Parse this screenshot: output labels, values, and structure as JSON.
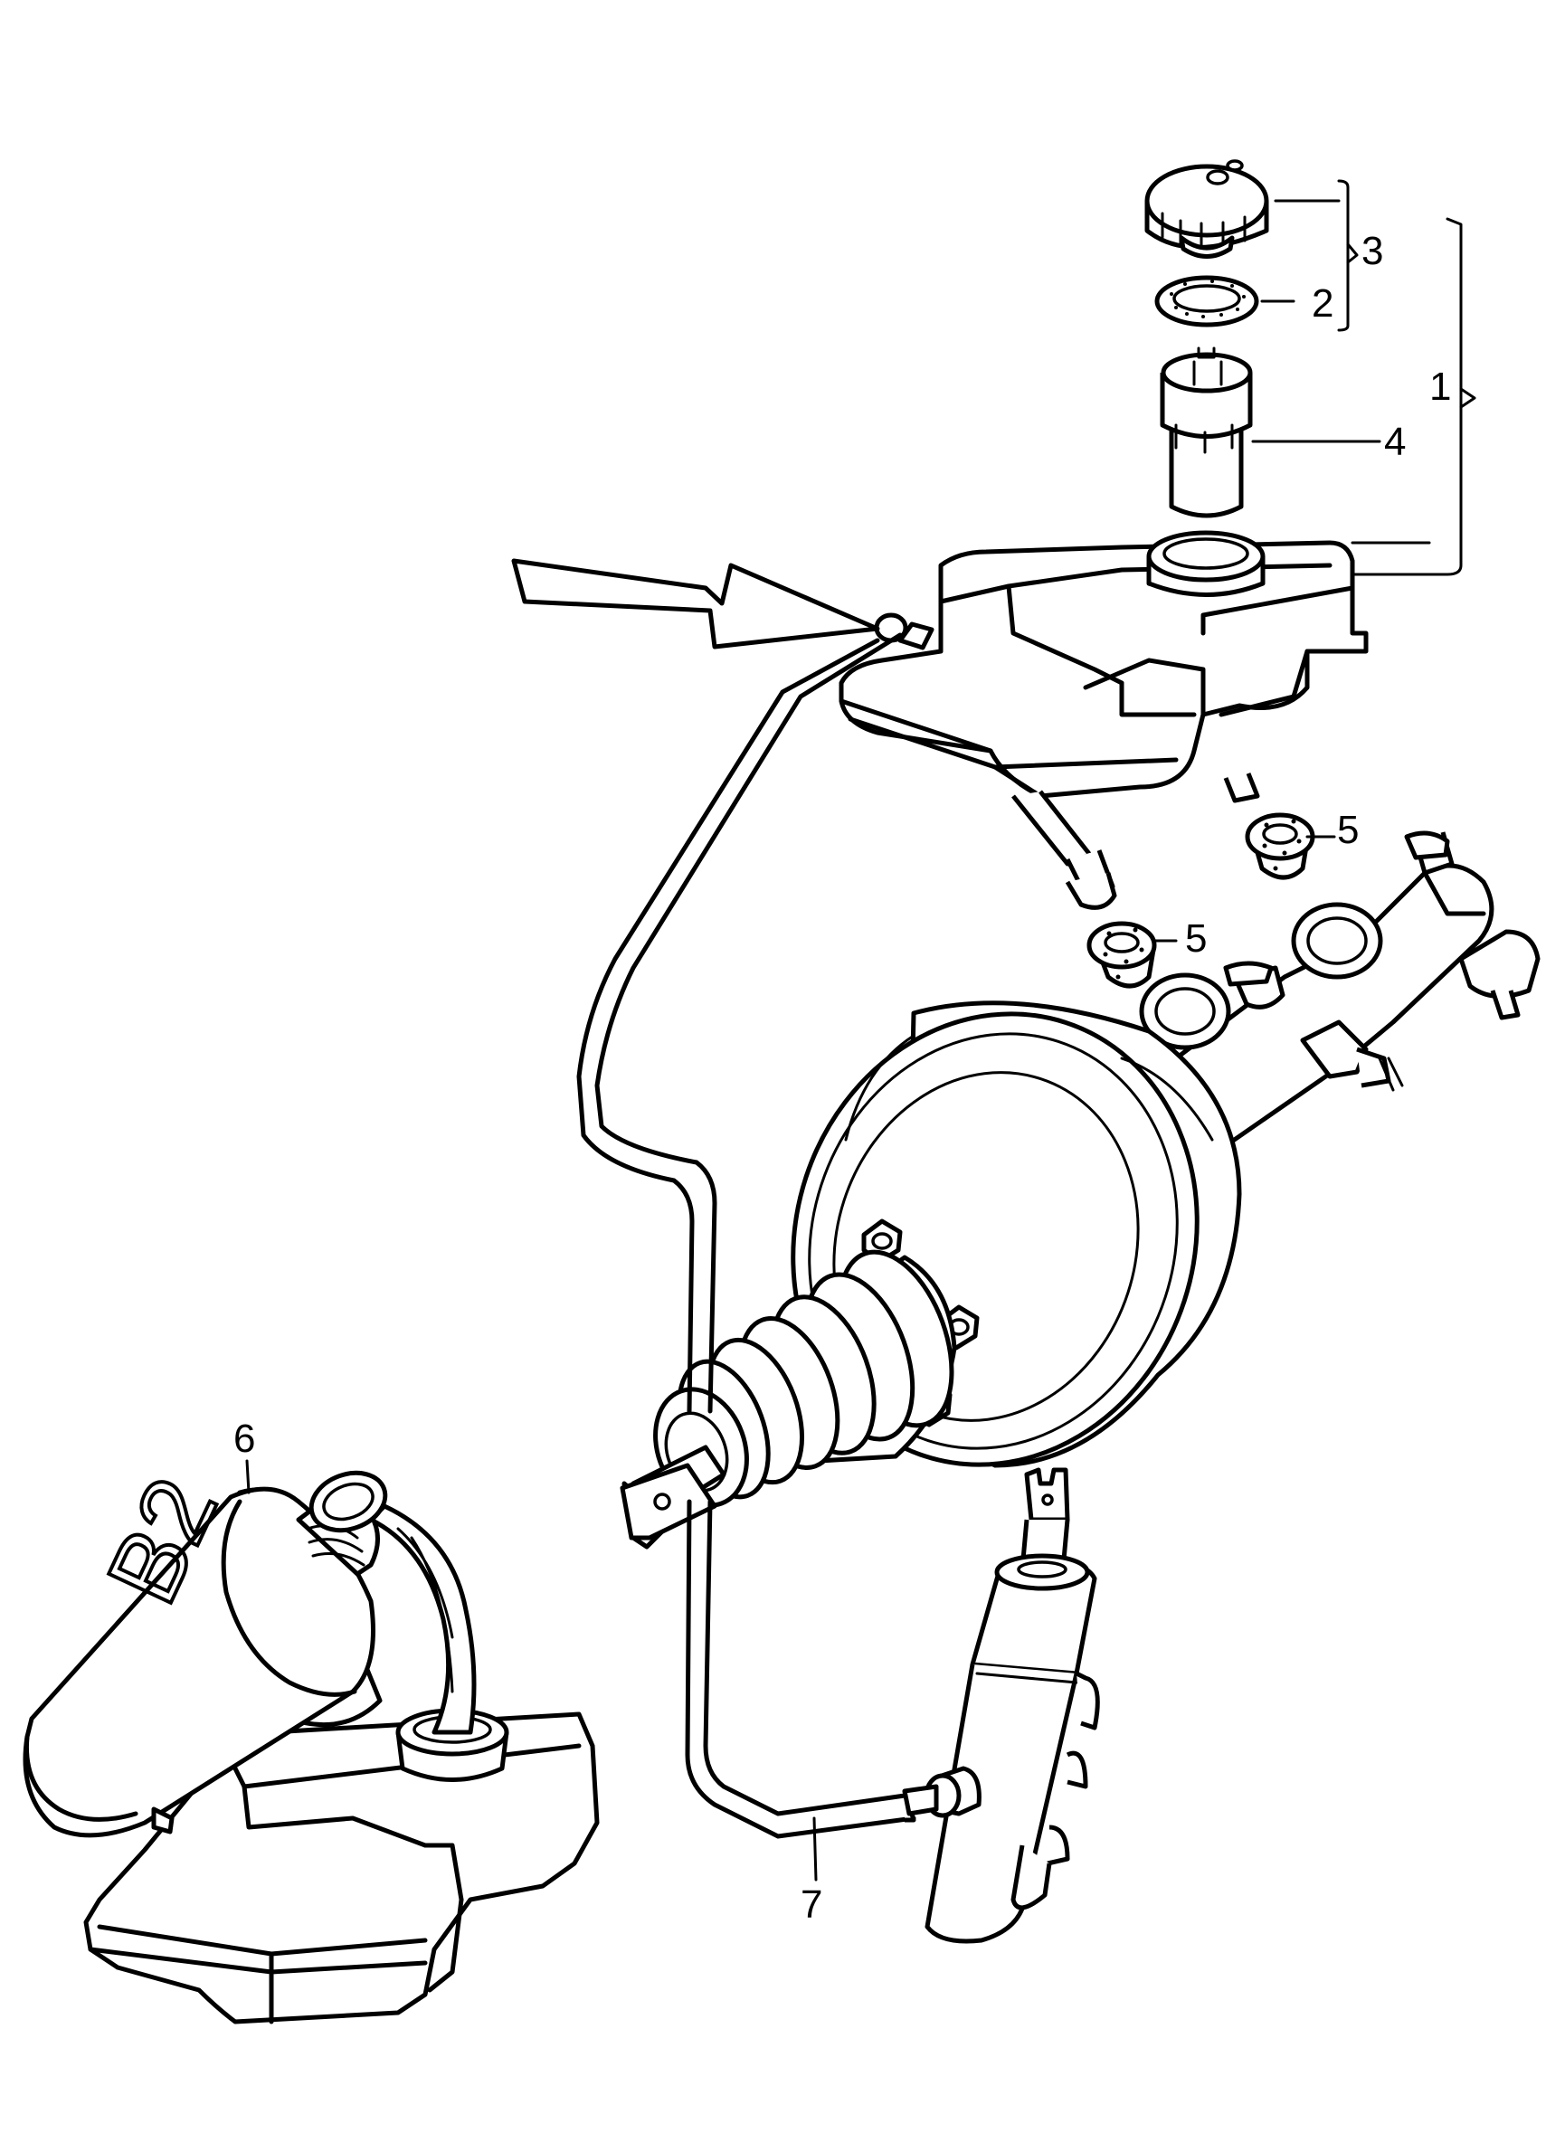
{
  "callouts": {
    "c1": "1",
    "c2": "2",
    "c3": "3",
    "c4": "4",
    "c5a": "5",
    "c5b": "5",
    "c6": "6",
    "c7": "7"
  },
  "can_label": "B2",
  "icons": {
    "pointer": "arrow-outline-icon"
  }
}
